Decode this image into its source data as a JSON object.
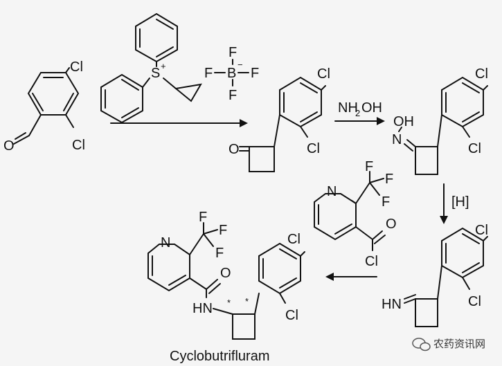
{
  "labels": {
    "Cl": "Cl",
    "O": "O",
    "F": "F",
    "B": "B",
    "S": "S",
    "N": "N",
    "OH": "OH",
    "HN": "HN",
    "plus": "+",
    "minus": "−",
    "H2": "2"
  },
  "reagents": {
    "step2_reagent": "NH",
    "step2_reagent_tail": "OH",
    "step3_reagent": "[H]"
  },
  "stereo_marks": [
    "*",
    "*"
  ],
  "product_name": "Cyclobutrifluram",
  "watermark": {
    "text": "农药资讯网",
    "icon": "wechat-icon"
  }
}
